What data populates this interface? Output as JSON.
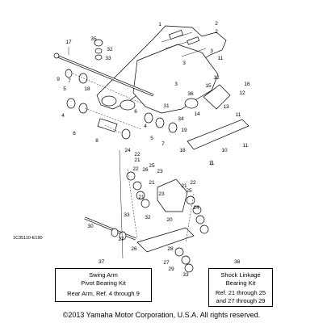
{
  "callouts": {
    "c1": "1",
    "c2a": "2",
    "c2b": "2",
    "c3a": "3",
    "c3b": "3",
    "c3c": "3",
    "c4a": "4",
    "c4b": "4",
    "c5a": "5",
    "c5b": "5",
    "c6a": "6",
    "c6b": "6",
    "c7a": "7",
    "c7b": "7",
    "c8": "8",
    "c9": "9",
    "c10": "10",
    "c11a": "11",
    "c11b": "11",
    "c11c": "11",
    "c11d": "11",
    "c12a": "12",
    "c12b": "12",
    "c13": "13",
    "c14": "14",
    "c15": "15",
    "c16": "16",
    "c17": "17",
    "c18a": "18",
    "c18b": "18",
    "c19": "19",
    "c20": "20",
    "c21a": "21",
    "c21b": "21",
    "c21c": "21",
    "c21d": "21",
    "c22a": "22",
    "c22b": "22",
    "c22c": "22",
    "c23a": "23",
    "c23b": "23",
    "c24a": "24",
    "c24b": "24",
    "c25a": "25",
    "c25b": "25",
    "c26a": "26",
    "c26b": "26",
    "c27a": "27",
    "c27b": "27",
    "c28": "28",
    "c29": "29",
    "c30": "30",
    "c31": "31",
    "c32a": "32",
    "c32b": "32",
    "c33a": "33",
    "c33b": "33",
    "c33c": "33",
    "c34": "34",
    "c35": "35",
    "c36": "36"
  },
  "figure_code": "1C35110-E190",
  "kits": {
    "swing_arm": {
      "ref": "37",
      "line1": "Swing Arm",
      "line2": "Pivot Bearing Kit",
      "line3": "Rear Arm, Ref. 4 through 9"
    },
    "shock_linkage": {
      "ref": "38",
      "line1": "Shock Linkage",
      "line2": "Bearing Kit",
      "line3": "Ref. 21 through 25",
      "line4": "and 27 through 29"
    }
  },
  "copyright": "©2013 Yamaha Motor Corporation, U.S.A. All rights reserved."
}
